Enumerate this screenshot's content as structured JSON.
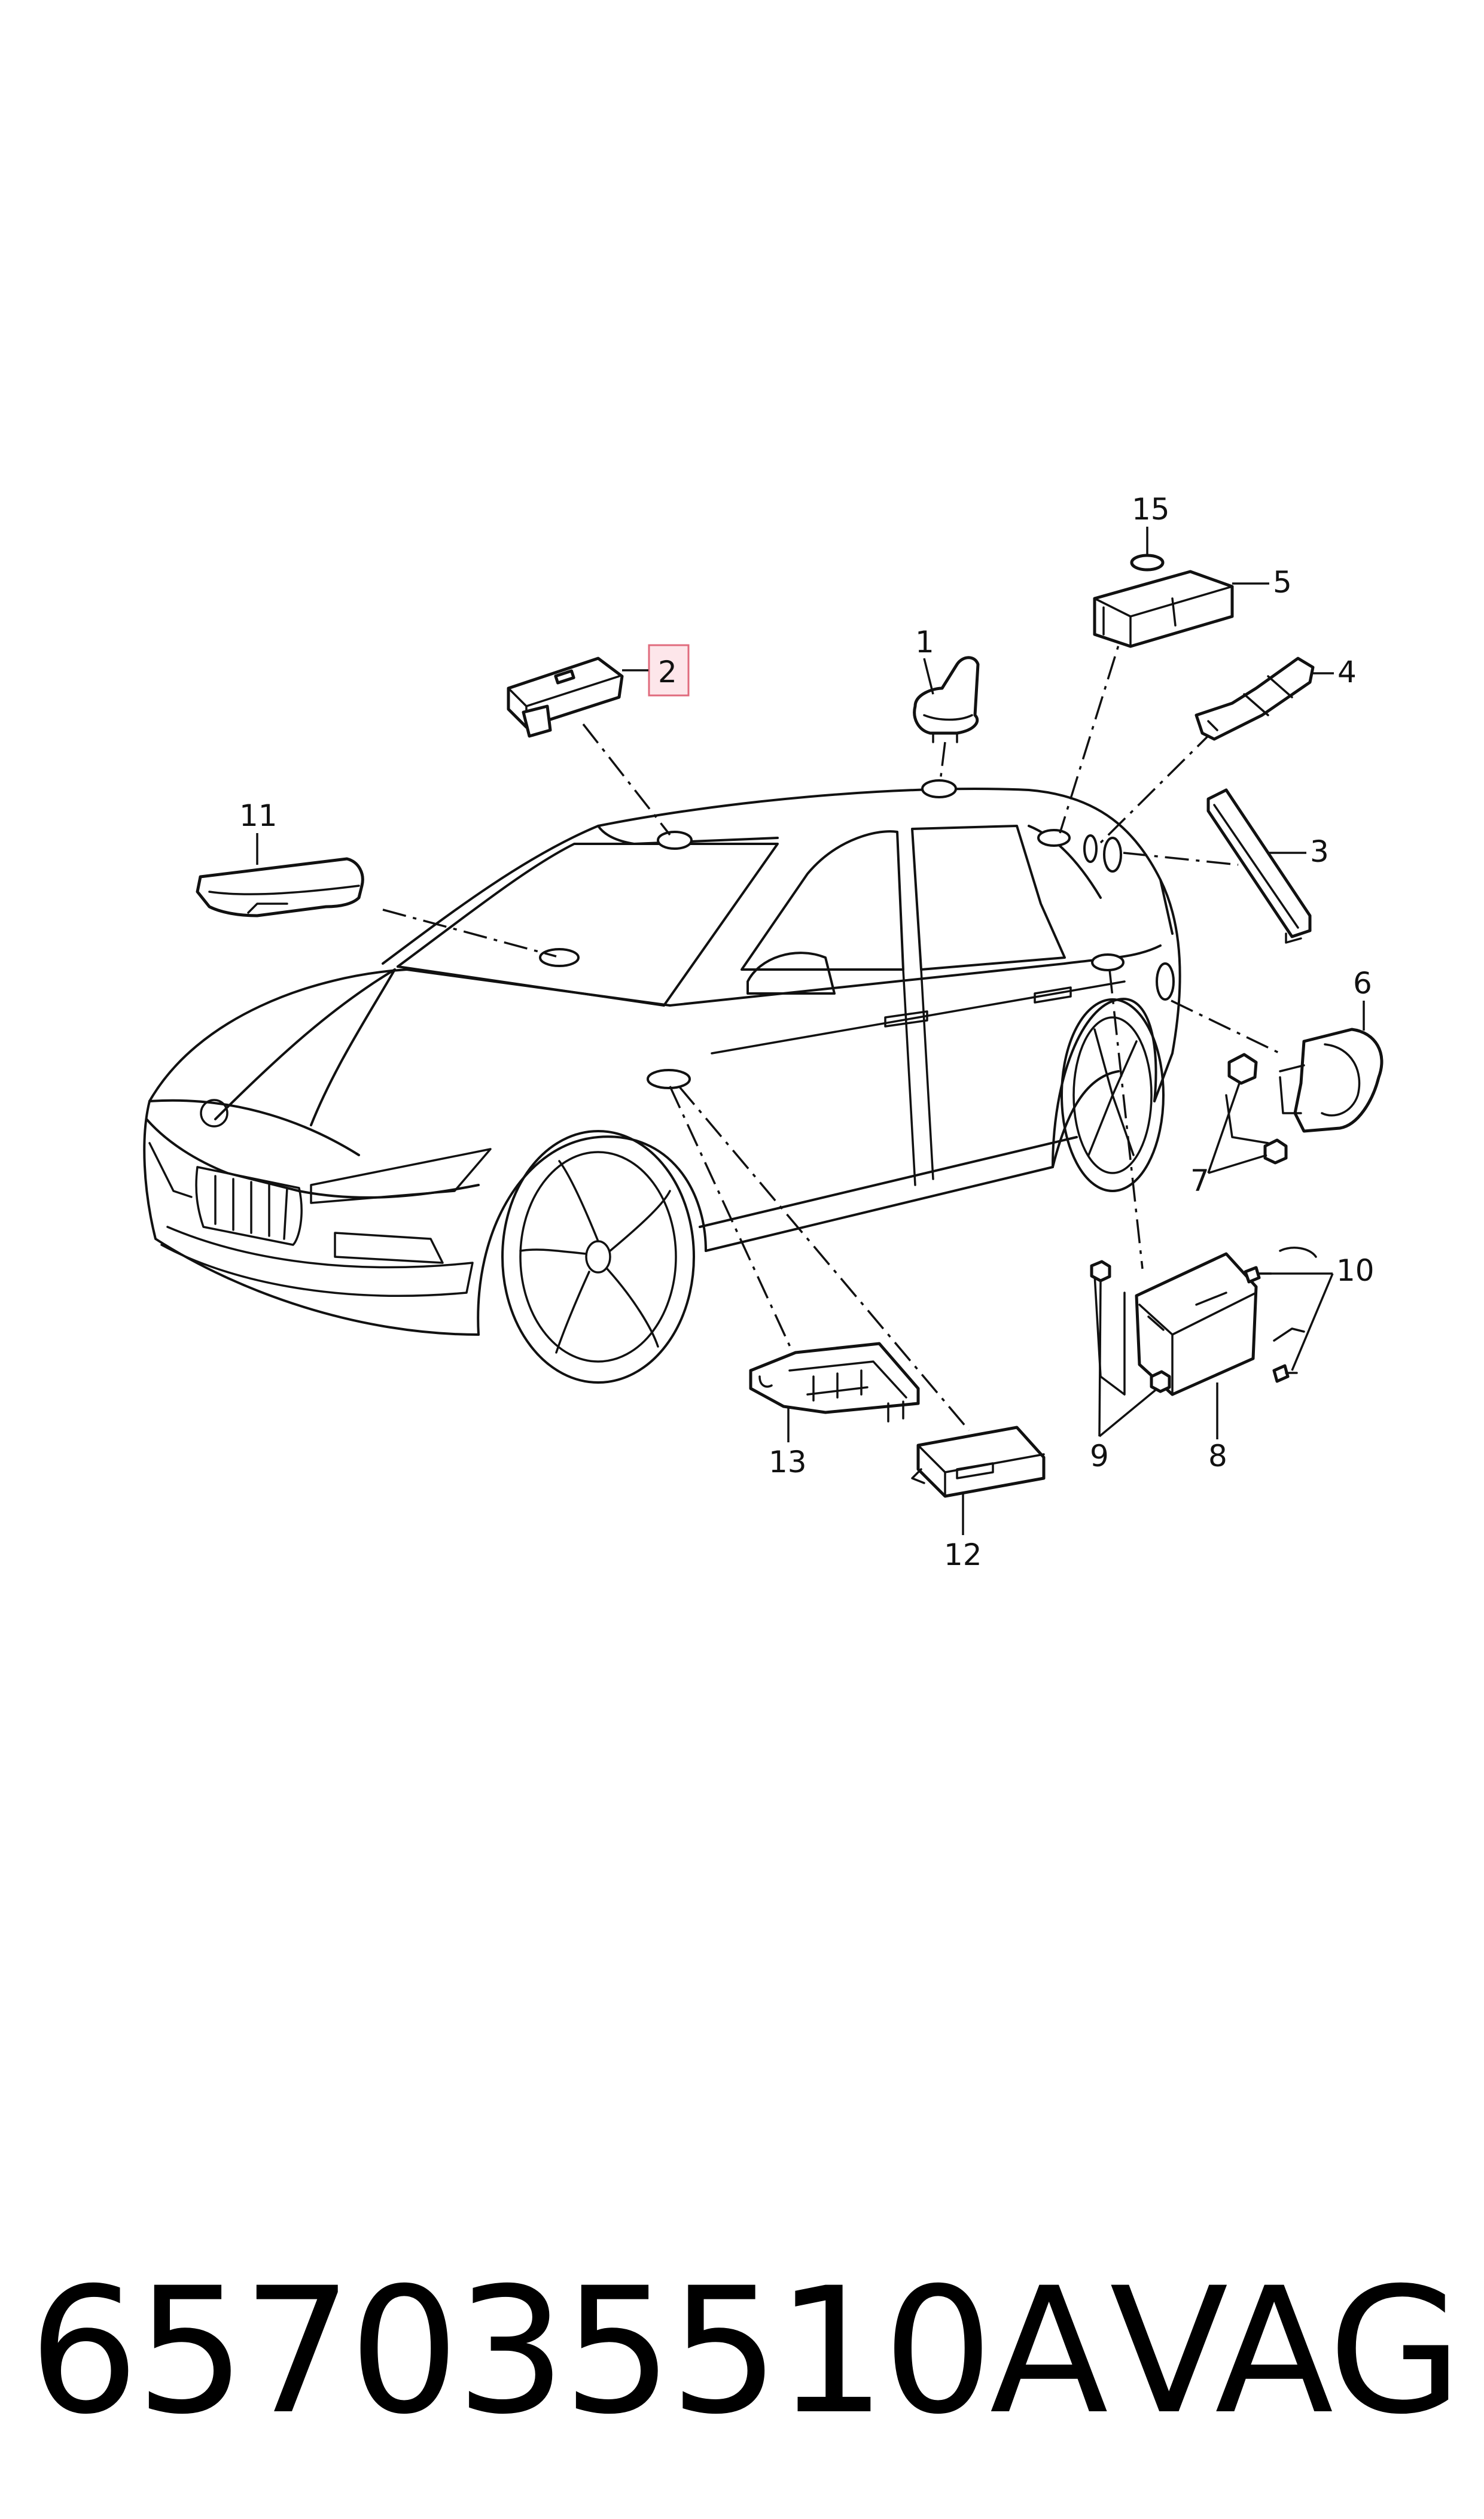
{
  "callouts": [
    {
      "id": "1",
      "label": "1"
    },
    {
      "id": "2",
      "label": "2",
      "highlighted": true
    },
    {
      "id": "3",
      "label": "3"
    },
    {
      "id": "4",
      "label": "4"
    },
    {
      "id": "5",
      "label": "5"
    },
    {
      "id": "6",
      "label": "6"
    },
    {
      "id": "7",
      "label": "7"
    },
    {
      "id": "8",
      "label": "8"
    },
    {
      "id": "9",
      "label": "9"
    },
    {
      "id": "10",
      "label": "10"
    },
    {
      "id": "11",
      "label": "11"
    },
    {
      "id": "12",
      "label": "12"
    },
    {
      "id": "13",
      "label": "13"
    },
    {
      "id": "15",
      "label": "15"
    }
  ],
  "footer": {
    "part_number": "657035510A",
    "brand": "VAG"
  },
  "colors": {
    "line": "#111111",
    "highlight_fill": "#fde6ea",
    "highlight_stroke": "#e06b7d"
  }
}
